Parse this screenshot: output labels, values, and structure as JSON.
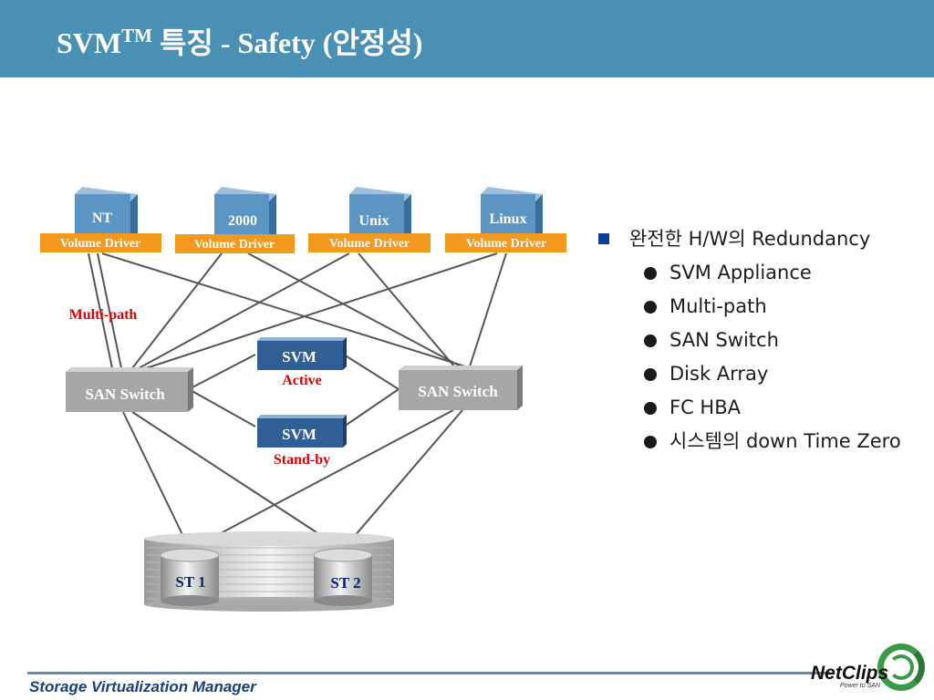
{
  "title": {
    "main": "SVM",
    "superscript": "TM",
    "rest": " 특징 - Safety (안정성)"
  },
  "hosts": [
    {
      "os": "NT",
      "driver": "Volume Driver"
    },
    {
      "os": "2000",
      "driver": "Volume Driver"
    },
    {
      "os": "Unix",
      "driver": "Volume Driver"
    },
    {
      "os": "Linux",
      "driver": "Volume Driver"
    }
  ],
  "multipath_label": "Multi-path",
  "switches": {
    "left": "SAN Switch",
    "right": "SAN Switch"
  },
  "svm_nodes": [
    {
      "label": "SVM",
      "status": "Active"
    },
    {
      "label": "SVM",
      "status": "Stand-by"
    }
  ],
  "storage": {
    "st1": "ST 1",
    "st2": "ST 2"
  },
  "bullets": {
    "heading": "완전한 H/W의 Redundancy",
    "items": [
      "SVM Appliance",
      "Multi-path",
      "SAN Switch",
      "Disk Array",
      "FC HBA",
      "시스템의 down Time Zero"
    ]
  },
  "footer": {
    "text": "Storage Virtualization Manager",
    "logo": "NetClips",
    "tagline": "Power to SAN"
  },
  "colors": {
    "title_bar": "#4a90b4",
    "host_box": "#5b95c4",
    "driver_bar": "#f39a1e",
    "svm_box": "#2f5f95",
    "status_red": "#e00000",
    "switch_grey": "#a6a6a6",
    "bullet_square": "#0f3d9c",
    "footer_text": "#1a3f78",
    "logo_green": "#3c9a46"
  },
  "icons": {
    "host": "server-box-icon",
    "svm": "appliance-box-icon",
    "switch": "switch-box-icon",
    "storage": "disk-cylinder-icon",
    "bullet_square": "square-bullet-icon",
    "bullet_dot": "round-bullet-icon"
  }
}
